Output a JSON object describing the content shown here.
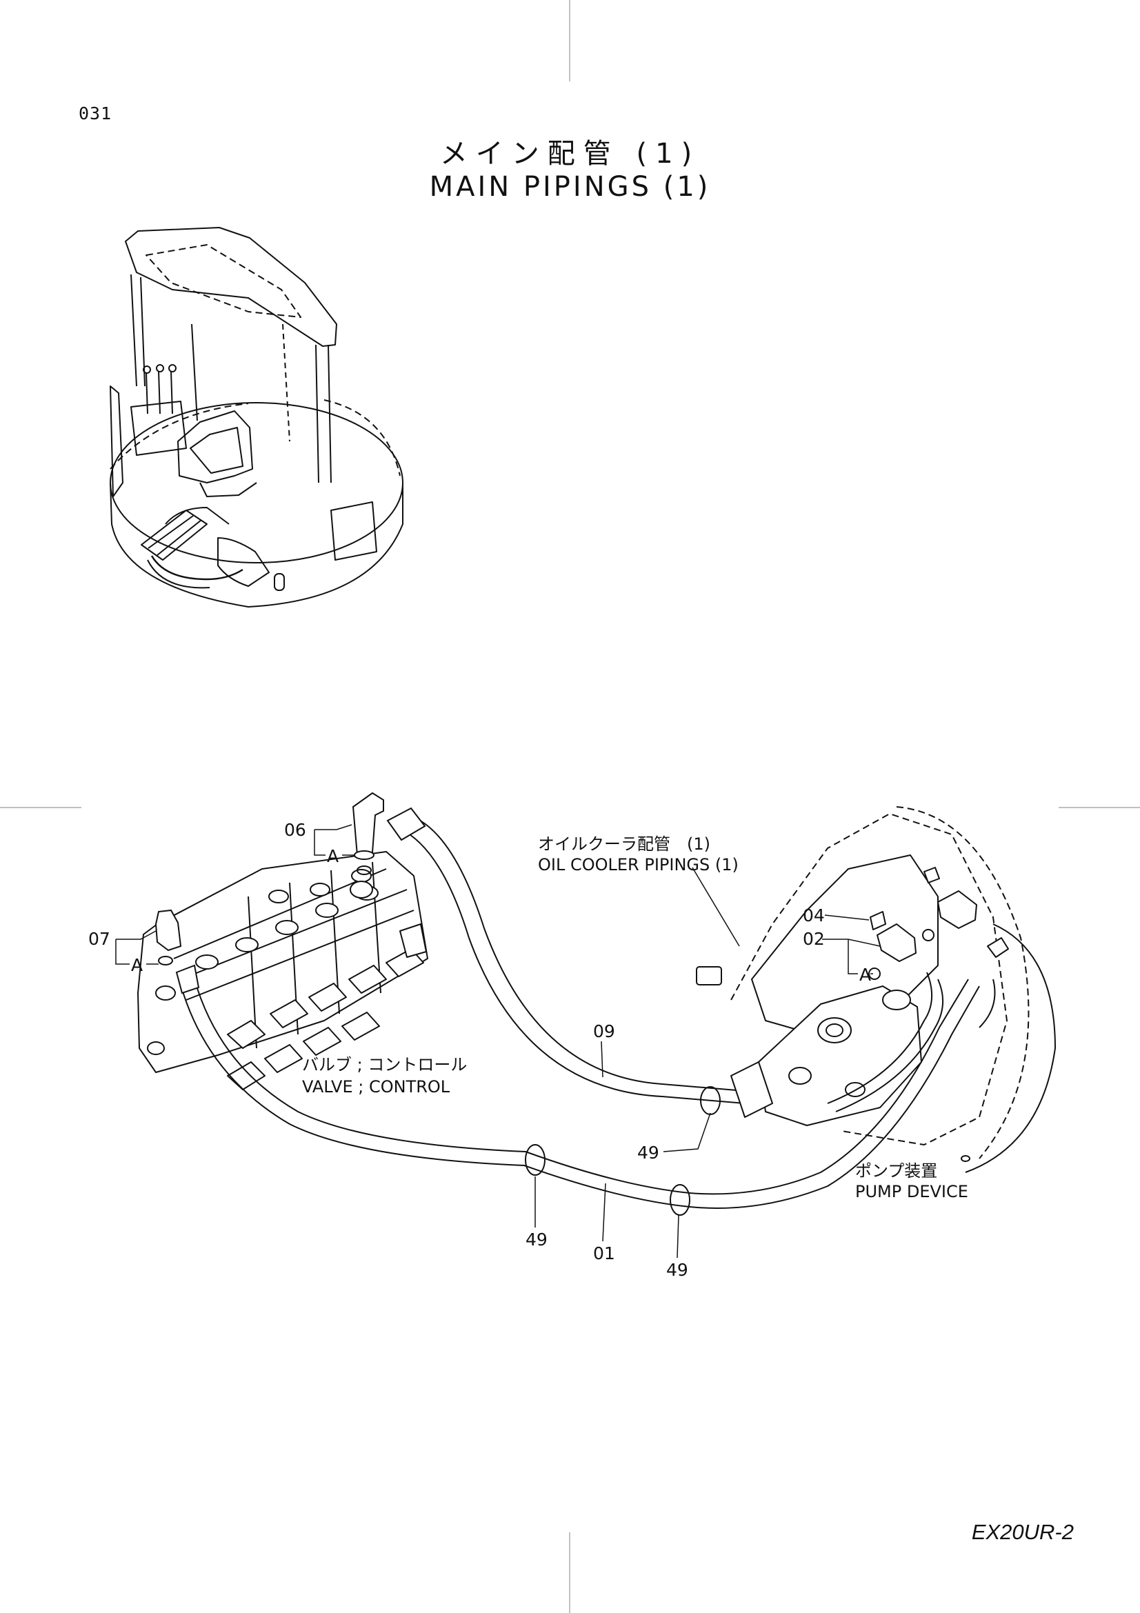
{
  "page_number": "031",
  "title_ja": "メイン配管 (1)",
  "title_en": "MAIN PIPINGS (1)",
  "model": "EX20UR-2",
  "callouts": {
    "p06": "06",
    "p07": "07",
    "a_top": "A",
    "a_left": "A",
    "a_right": "A",
    "p04": "04",
    "p02": "02",
    "p09": "09",
    "p49_a": "49",
    "p49_b": "49",
    "p49_c": "49",
    "p01": "01"
  },
  "labels": {
    "oil_cooler_ja": "オイルクーラ配管　(1)",
    "oil_cooler_en": "OIL  COOLER  PIPINGS  (1)",
    "valve_ja": "バルブ ; コントロール",
    "valve_en": "VALVE ; CONTROL",
    "pump_ja": "ポンプ装置",
    "pump_en": "PUMP  DEVICE"
  }
}
